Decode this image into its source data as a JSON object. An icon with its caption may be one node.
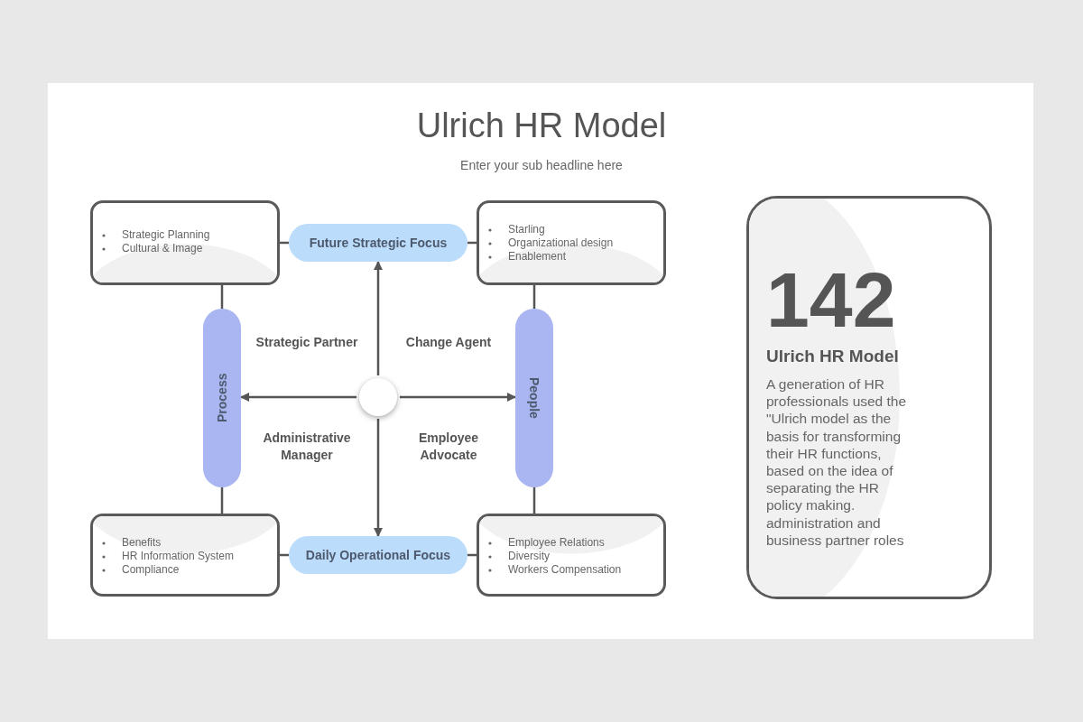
{
  "diagram": {
    "title": "Ulrich HR Model",
    "nodes": [
      {
        "text": [
          "Strategic Planning",
          "Cultural & Image"
        ]
      },
      {
        "text": [
          "Future Strategic Focus"
        ]
      },
      {
        "text": [
          "Starling",
          "Organizational design",
          "Enablement"
        ]
      },
      {
        "text": [
          "Process"
        ]
      },
      {
        "text": [],
        "shape": "circle"
      },
      {
        "text": [
          "People"
        ]
      },
      {
        "text": [
          "Benefits",
          "HR Information System",
          "Compliance"
        ]
      },
      {
        "text": [
          "Daily Operational Focus"
        ]
      },
      {
        "text": [
          "Employee Relations",
          "Diversity",
          "Workers Compensation"
        ]
      },
      {
        "text": [
          "142",
          "Ulrich HR Model",
          "A generation of HR professionals used the \"Ulrich model as the basis for transforming their HR functions, based on the idea of separating the HR policy making. administration and business partner roles"
        ]
      }
    ],
    "edges": [
      {
        "from": 0,
        "to": 1,
        "arrow": "none"
      },
      {
        "from": 1,
        "to": 2,
        "arrow": "none"
      },
      {
        "from": 0,
        "to": 3,
        "arrow": "none"
      },
      {
        "from": 2,
        "to": 5,
        "arrow": "none"
      },
      {
        "from": 4,
        "to": 1,
        "arrow": "to"
      },
      {
        "from": 4,
        "to": 3,
        "arrow": "to"
      },
      {
        "from": 4,
        "to": 5,
        "arrow": "to"
      },
      {
        "from": 4,
        "to": 7,
        "arrow": "to"
      },
      {
        "from": 3,
        "to": 6,
        "arrow": "none"
      },
      {
        "from": 5,
        "to": 8,
        "arrow": "none"
      },
      {
        "from": 6,
        "to": 7,
        "arrow": "none"
      },
      {
        "from": 7,
        "to": 8,
        "arrow": "none"
      }
    ],
    "labels": [
      "Enter your sub headline here",
      "Strategic Partner",
      "Change Agent",
      "Administrative Manager",
      "Employee Advocate"
    ]
  }
}
